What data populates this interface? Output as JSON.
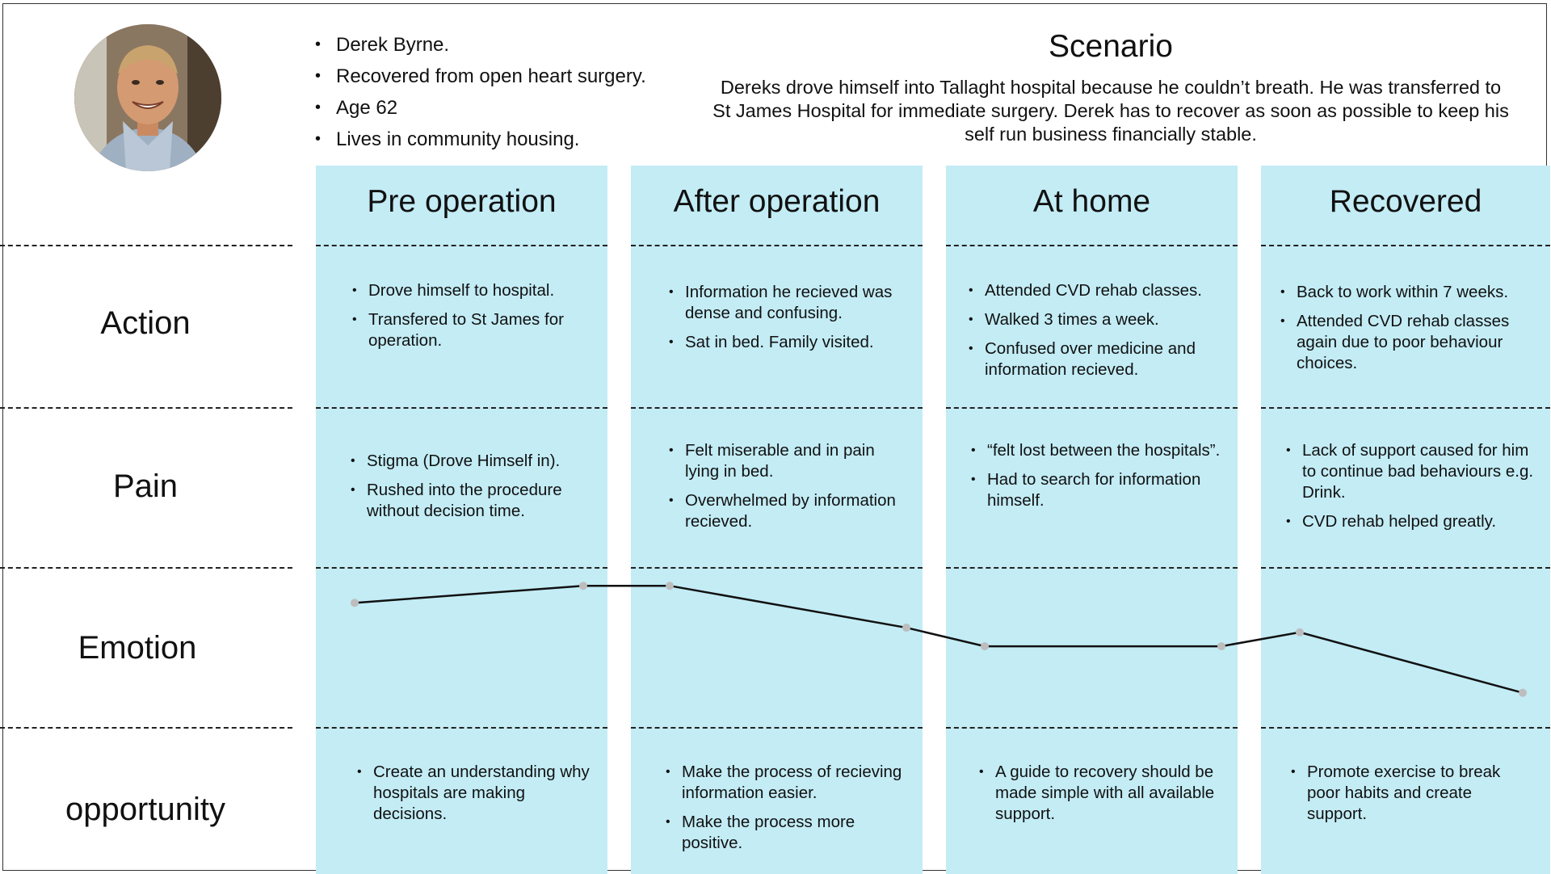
{
  "persona": {
    "details": [
      "Derek Byrne.",
      "Recovered from open heart surgery.",
      "Age 62",
      "Lives in community housing."
    ]
  },
  "scenario": {
    "title": "Scenario",
    "text": "Dereks drove himself into Tallaght hospital because he couldn’t  breath. He was transferred to St James Hospital for immediate surgery. Derek has to recover as soon as possible to keep his self run business financially stable."
  },
  "rows": [
    "Action",
    "Pain",
    "Emotion",
    "opportunity"
  ],
  "stages": [
    {
      "title": "Pre operation",
      "action": [
        "Drove himself to hospital.",
        "Transfered to St James for operation."
      ],
      "pain": [
        "Stigma (Drove Himself in).",
        "Rushed into the procedure without decision time."
      ],
      "opportunity": [
        "Create an understanding why hospitals are making decisions."
      ]
    },
    {
      "title": "After operation",
      "action": [
        "Information he recieved was dense and confusing.",
        "Sat in bed. Family visited."
      ],
      "pain": [
        "Felt miserable and in pain lying in bed.",
        "Overwhelmed by information recieved."
      ],
      "opportunity": [
        "Make the process of recieving information easier.",
        "Make the process more positive."
      ]
    },
    {
      "title": "At home",
      "action": [
        "Attended CVD rehab classes.",
        "Walked 3 times a week.",
        "Confused over medicine and information recieved."
      ],
      "pain": [
        "“felt lost between the hospitals”.",
        "Had to search for information himself."
      ],
      "opportunity": [
        "A guide to recovery should be made simple with all available support."
      ]
    },
    {
      "title": "Recovered",
      "action": [
        "Back to work within 7 weeks.",
        "Attended CVD rehab classes again due to poor behaviour choices."
      ],
      "pain": [
        "Lack of support caused for him to continue bad behaviours e.g. Drink.",
        "CVD rehab helped greatly."
      ],
      "opportunity": [
        "Promote exercise to break poor habits and create support."
      ]
    }
  ],
  "emotion_curve": [
    0.79,
    0.9,
    0.9,
    0.63,
    0.51,
    0.51,
    0.6,
    0.21
  ]
}
